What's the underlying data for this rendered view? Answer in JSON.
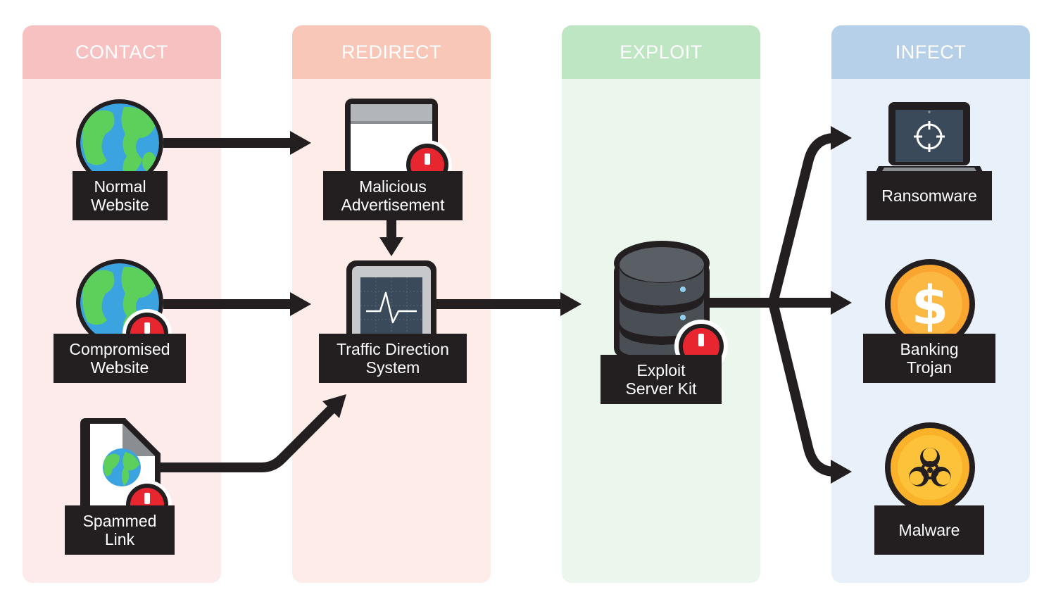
{
  "colors": {
    "contact_head": "#f8c1c1",
    "contact_body": "#fdeaea",
    "redirect_head": "#f8c7b8",
    "redirect_body": "#fdece8",
    "exploit_head": "#bfe6c3",
    "exploit_body": "#ebf7ec",
    "infect_head": "#b7d0ea",
    "infect_body": "#e8f0f9",
    "ink": "#231f20",
    "alert": "#e8262f"
  },
  "columns": {
    "contact": "CONTACT",
    "redirect": "REDIRECT",
    "exploit": "EXPLOIT",
    "infect": "INFECT"
  },
  "nodes": {
    "normal_website": {
      "line1": "Normal",
      "line2": "Website",
      "icon": "globe-icon"
    },
    "compromised_website": {
      "line1": "Compromised",
      "line2": "Website",
      "icon": "globe-icon"
    },
    "spammed_link": {
      "line1": "Spammed",
      "line2": "Link",
      "icon": "document-globe-icon"
    },
    "malicious_advertisement": {
      "line1": "Malicious",
      "line2": "Advertisement",
      "icon": "browser-window-icon"
    },
    "traffic_direction_system": {
      "line1": "Traffic Direction",
      "line2": "System",
      "icon": "monitor-pulse-icon"
    },
    "exploit_server_kit": {
      "line1": "Exploit",
      "line2": "Server Kit",
      "icon": "database-server-icon"
    },
    "ransomware": {
      "line1": "Ransomware",
      "icon": "laptop-crosshair-icon"
    },
    "banking_trojan": {
      "line1": "Banking",
      "line2": "Trojan",
      "icon": "dollar-coin-icon"
    },
    "malware": {
      "line1": "Malware",
      "icon": "biohazard-icon"
    }
  }
}
